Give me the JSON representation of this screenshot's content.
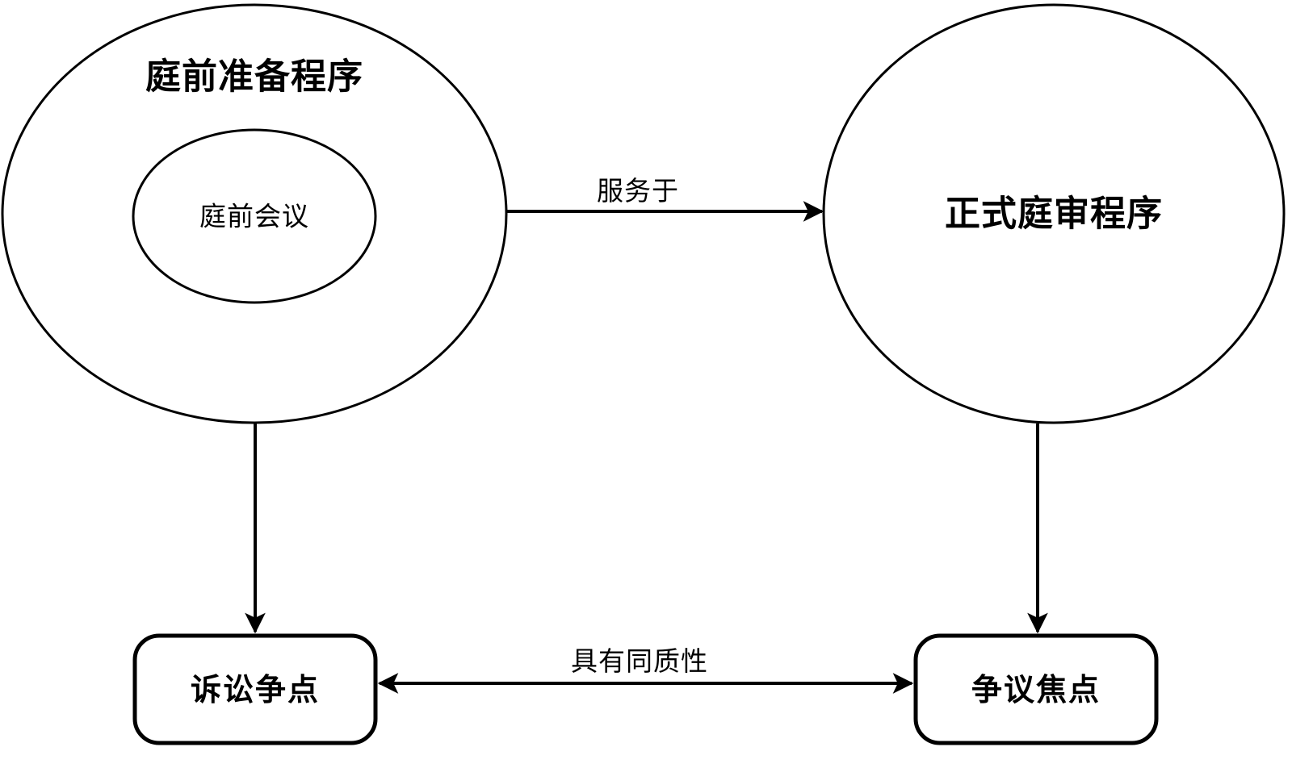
{
  "diagram": {
    "title": "",
    "background_color": "#ffffff",
    "stroke_color": "#000000",
    "nodes": {
      "pretrial_procedure": {
        "label": "庭前准备程序",
        "shape": "ellipse",
        "emphasis": "bold"
      },
      "pretrial_conference": {
        "label": "庭前会议",
        "shape": "ellipse",
        "emphasis": "normal"
      },
      "formal_trial_procedure": {
        "label": "正式庭审程序",
        "shape": "ellipse",
        "emphasis": "bold"
      },
      "litigation_issues": {
        "label": "诉讼争点",
        "shape": "rounded-rect",
        "emphasis": "bold"
      },
      "disputed_focus": {
        "label": "争议焦点",
        "shape": "rounded-rect",
        "emphasis": "bold"
      }
    },
    "edges": {
      "serves": {
        "label": "服务于",
        "from": "pretrial_procedure",
        "to": "formal_trial_procedure",
        "direction": "forward"
      },
      "conference_to_issues": {
        "label": "",
        "from": "pretrial_conference",
        "to": "litigation_issues",
        "direction": "forward"
      },
      "trial_to_focus": {
        "label": "",
        "from": "formal_trial_procedure",
        "to": "disputed_focus",
        "direction": "forward"
      },
      "homogeneity": {
        "label": "具有同质性",
        "from": "litigation_issues",
        "to": "disputed_focus",
        "direction": "both"
      }
    }
  }
}
